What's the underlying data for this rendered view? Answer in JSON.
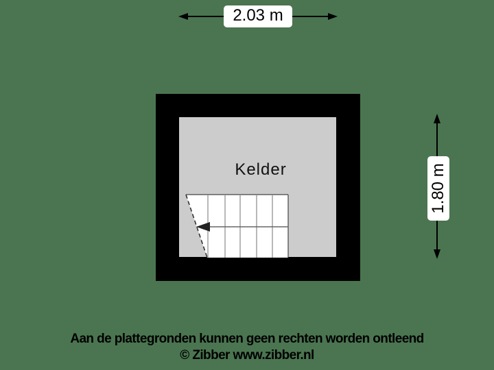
{
  "floorplan": {
    "room": {
      "name": "Kelder"
    },
    "dimensions": {
      "width": "2.03 m",
      "height": "1.80 m"
    },
    "colors": {
      "background": "#4a7550",
      "wall": "#000000",
      "floor": "#cccccc",
      "stairs": "#ffffff"
    },
    "stairs": {
      "steps_per_row": 6,
      "rows": 2,
      "direction": "left"
    }
  },
  "footer": {
    "disclaimer": "Aan de plattegronden kunnen geen rechten worden ontleend",
    "copyright": "© Zibber www.zibber.nl"
  }
}
